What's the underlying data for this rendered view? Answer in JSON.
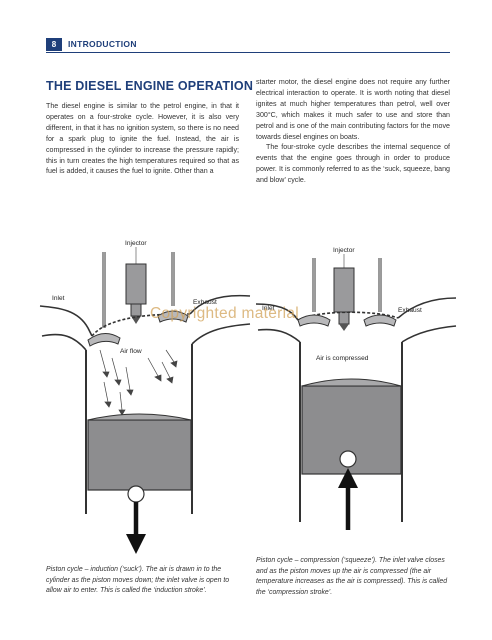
{
  "header": {
    "page_number": "8",
    "section": "INTRODUCTION"
  },
  "article": {
    "title": "THE DIESEL ENGINE OPERATION",
    "left_paragraph": "The diesel engine is similar to the petrol engine, in that it operates on a four-stroke cycle. However, it is also very different, in that it has no ignition system, so there is no need for a spark plug to ignite the fuel. Instead, the air is compressed in the cylinder to increase the pressure rapidly; this in turn creates the high temperatures required so that as fuel is added, it causes the fuel to ignite. Other than a",
    "right_paragraph_1": "starter motor, the diesel engine does not require any further electrical interaction to operate. It is worth noting that diesel ignites at much higher temperatures than petrol, well over 300°C, which makes it much safer to use and store than petrol and is one of the main contributing factors for the move towards diesel engines on boats.",
    "right_paragraph_2": "The four-stroke cycle describes the internal sequence of events that the engine goes through in order to produce power. It is commonly referred to as the ‘suck, squeeze, bang and blow’ cycle."
  },
  "diagram_induction": {
    "injector": "Injector",
    "inlet": "Inlet",
    "exhaust": "Exhaust",
    "air_flow": "Air flow",
    "caption": "Piston cycle – induction (‘suck’). The air is drawn in to the cylinder as the piston moves down; the inlet valve is open to allow air to enter. This is called the ‘induction stroke’."
  },
  "diagram_compression": {
    "injector": "Injector",
    "inlet": "Inlet",
    "exhaust": "Exhaust",
    "air_compressed": "Air is compressed",
    "caption": "Piston cycle – compression (‘squeeze’). The inlet valve closes and as the piston moves up the air is compressed (the air temperature increases as the air is compressed). This is called the ‘compression stroke’."
  },
  "watermark": "Copyrighted material",
  "colors": {
    "accent": "#1f3f7a",
    "piston": "#8d8d8f",
    "piston_light": "#a9a9ab",
    "watermark": "#d2a35a"
  }
}
